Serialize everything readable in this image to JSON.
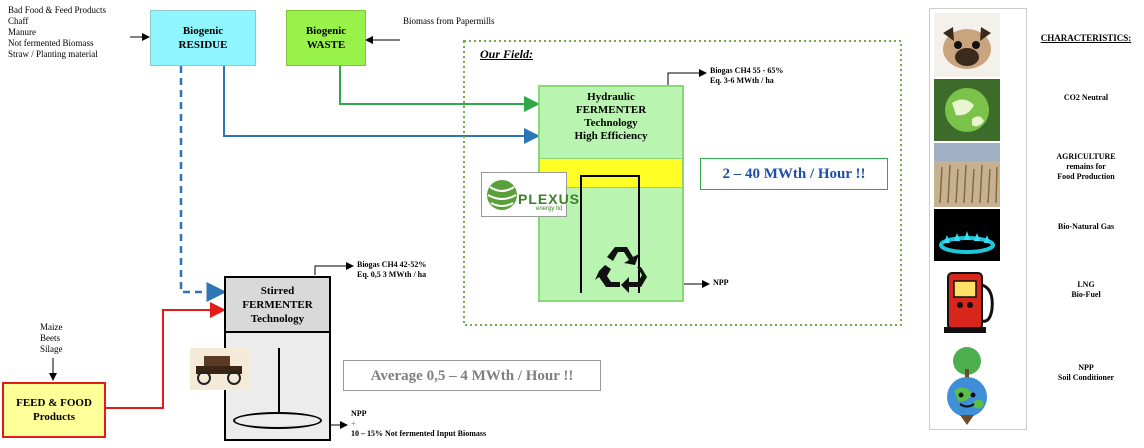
{
  "inputs_top": {
    "lines": [
      "Bad Food & Feed Products",
      "Chaff",
      "Manure",
      "Not fermented Biomass",
      "Straw / Planting material"
    ]
  },
  "residue_box": {
    "line1": "Biogenic",
    "line2": "RESIDUE",
    "color": "#8ff6ff"
  },
  "waste_box": {
    "line1": "Biogenic",
    "line2": "WASTE",
    "color": "#99f24a"
  },
  "papermills_label": "Biomass from Papermills",
  "our_field_label": "Our Field:",
  "hydraulic_fermenter": {
    "lines": [
      "Hydraulic",
      "FERMENTER",
      "Technology",
      "High Efficiency"
    ],
    "color": "#b9f5b0",
    "band_color": "#ffff26"
  },
  "biogas_hydraulic": {
    "line1": "Biogas CH4 55 - 65%",
    "line2": "Eq. 3-6 MWth / ha"
  },
  "hydraulic_output": "2 – 40 MWth / Hour !!",
  "logo_text": "PLEXUS",
  "logo_sub": "energy ltd",
  "npp_right": "NPP",
  "stirred_fermenter": {
    "lines": [
      "Stirred",
      "FERMENTER",
      "Technology"
    ],
    "color": "#d9d9d9"
  },
  "biogas_stirred": {
    "line1": "Biogas CH4 42-52%",
    "line2": "Eq. 0,5 3 MWth / ha"
  },
  "stirred_output": "Average 0,5 – 4 MWth / Hour !!",
  "maize_inputs": {
    "lines": [
      "Maize",
      "Beets",
      "Silage"
    ]
  },
  "feed_food_box": {
    "line1": "FEED & FOOD",
    "line2": "Products",
    "color": "#ffff99",
    "border": "#e31b1b"
  },
  "npp_bottom": {
    "line1": "NPP",
    "line2": "+",
    "line3": "10 – 15% Not fermented Input Biomass"
  },
  "characteristics": {
    "title": "CHARACTERISTICS:",
    "items": [
      {
        "lines": [
          "CO2 Neutral"
        ]
      },
      {
        "lines": [
          "AGRICULTURE",
          "remains for",
          "Food Production"
        ]
      },
      {
        "lines": [
          "Bio-Natural Gas"
        ]
      },
      {
        "lines": [
          "LNG",
          "Bio-Fuel"
        ]
      },
      {
        "lines": [
          "NPP",
          "Soil Conditioner"
        ]
      }
    ]
  }
}
